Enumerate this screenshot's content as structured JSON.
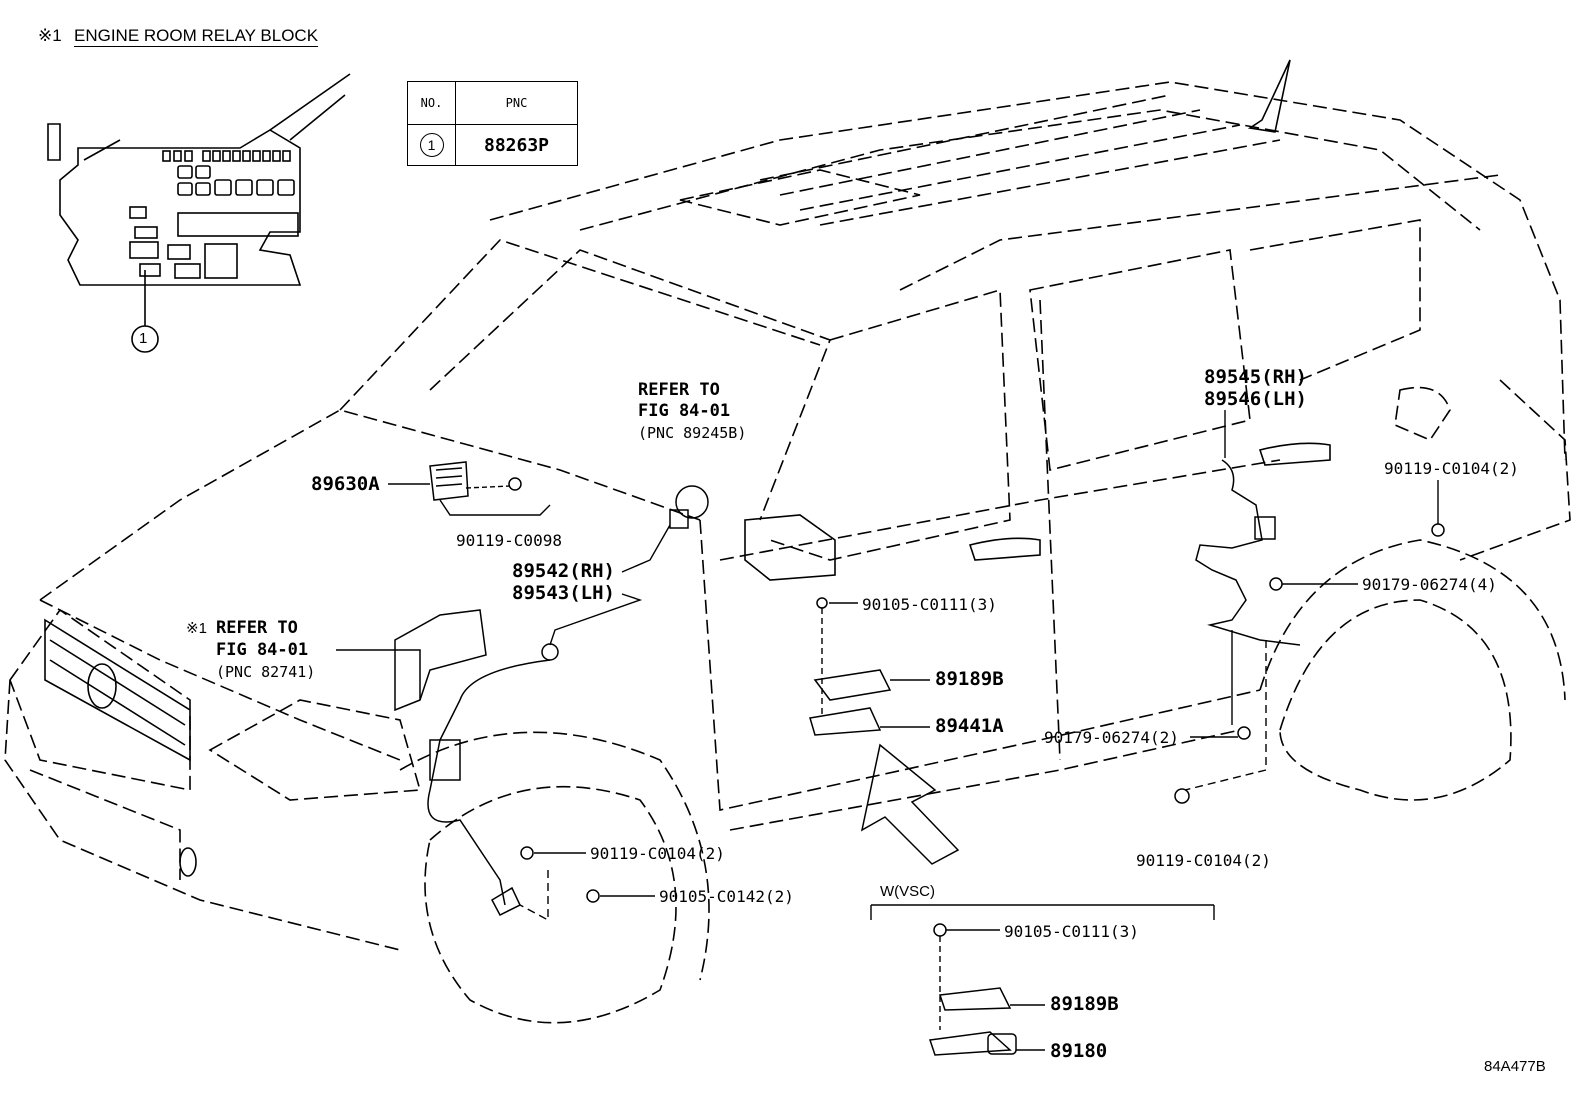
{
  "relay_block": {
    "marker": "※1",
    "title": "ENGINE ROOM RELAY BLOCK",
    "callout": "1"
  },
  "pnc_table": {
    "headers": [
      "NO.",
      "PNC"
    ],
    "rows": [
      {
        "no": "1",
        "pnc": "88263P"
      }
    ]
  },
  "refer_notes": [
    {
      "lines": [
        "REFER TO",
        "FIG 84-01",
        "(PNC 89245B)"
      ]
    },
    {
      "marker": "※1",
      "lines": [
        "REFER TO",
        "FIG 84-01",
        "(PNC 82741)"
      ]
    }
  ],
  "parts": {
    "p89630A": "89630A",
    "p90119_C0098": "90119-C0098",
    "p89542": "89542(RH)",
    "p89543": "89543(LH)",
    "p89545": "89545(RH)",
    "p89546": "89546(LH)",
    "p90119_C0104_rr": "90119-C0104(2)",
    "p90179_06274_4": "90179-06274(4)",
    "p90105_C0111": "90105-C0111(3)",
    "p89189B": "89189B",
    "p89441A": "89441A",
    "p90179_06274_2": "90179-06274(2)",
    "p90119_C0104_fr": "90119-C0104(2)",
    "p90105_C0142": "90105-C0142(2)",
    "p90119_C0104_rb": "90119-C0104(2)"
  },
  "vsc_group": {
    "header": "W(VSC)",
    "p90105_C0111": "90105-C0111(3)",
    "p89189B": "89189B",
    "p89180": "89180"
  },
  "figure_id": "84A477B"
}
